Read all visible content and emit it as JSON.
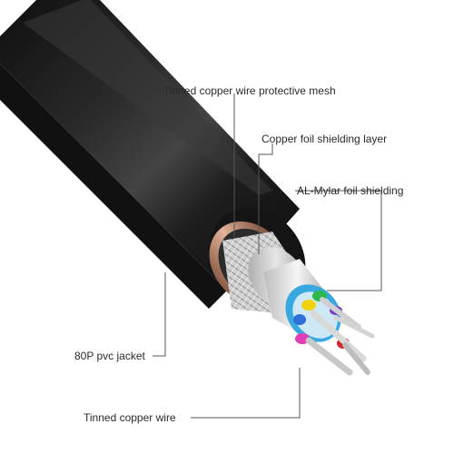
{
  "labels": {
    "protective_mesh": "Tinned copper wire protective mesh",
    "copper_foil": "Copper foil shielding layer",
    "al_mylar": "AL-Mylar foil shielding",
    "pvc_jacket": "80P pvc jacket",
    "tinned_wire": "Tinned copper wire"
  },
  "colors": {
    "jacket": "#1b1b1b",
    "copper_band": "#c08a6e",
    "mesh": "#b9b9b9",
    "inner_foil": "#d6d6d6",
    "mylar_blue": "#3aa8e0",
    "wire_green": "#2db84b",
    "wire_yellow": "#f1d20f",
    "wire_purple": "#7a3ec6",
    "wire_blue": "#2f6fd8",
    "wire_magenta": "#e23db4",
    "wire_red": "#d8232a",
    "bare_copper": "#cfcfcf",
    "leader_line": "#555555"
  }
}
